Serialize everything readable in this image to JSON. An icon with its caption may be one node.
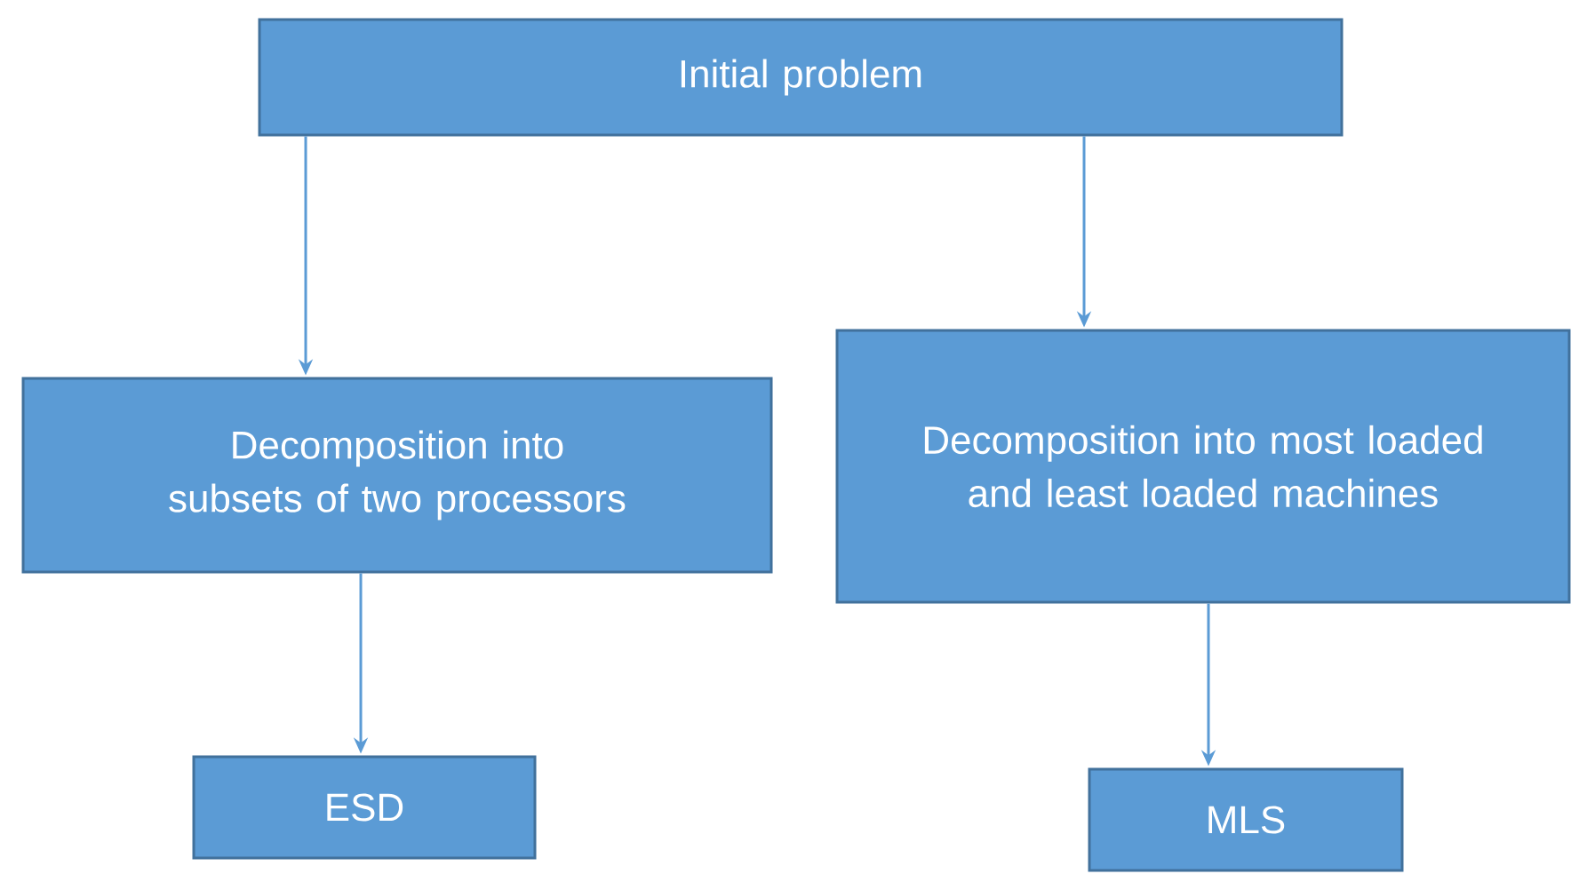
{
  "diagram": {
    "nodes": [
      {
        "text": [
          "Initial problem"
        ]
      },
      {
        "text": [
          "Decomposition into subsets of two processors"
        ]
      },
      {
        "text": [
          "Decomposition into most loaded and least loaded machines"
        ]
      },
      {
        "text": [
          "ESD"
        ]
      },
      {
        "text": [
          "MLS"
        ]
      }
    ],
    "edges": [
      {
        "from": 0,
        "to": 1,
        "arrow": "to"
      },
      {
        "from": 0,
        "to": 2,
        "arrow": "to"
      },
      {
        "from": 1,
        "to": 3,
        "arrow": "to"
      },
      {
        "from": 2,
        "to": 4,
        "arrow": "to"
      }
    ]
  }
}
